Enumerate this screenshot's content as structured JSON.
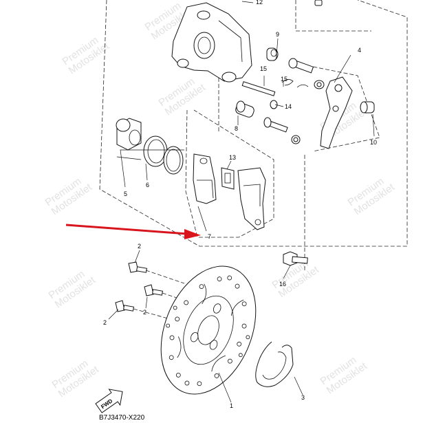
{
  "diagram": {
    "code": "B7J3470-X220",
    "fwd_label": "FWD",
    "watermark": [
      "Premium",
      "Motosiklet"
    ],
    "callouts": {
      "n1": "1",
      "n2a": "2",
      "n2b": "2",
      "n2c": "2",
      "n3": "3",
      "n4": "4",
      "n5": "5",
      "n6": "6",
      "n7": "7",
      "n8": "8",
      "n9": "9",
      "n10": "10",
      "n12": "12",
      "n13": "13",
      "n14": "14",
      "n15a": "15",
      "n15b": "15",
      "n16": "16"
    },
    "colors": {
      "arrow": "#d8141c",
      "line": "#111111",
      "watermark": "#e2e2e2"
    }
  }
}
